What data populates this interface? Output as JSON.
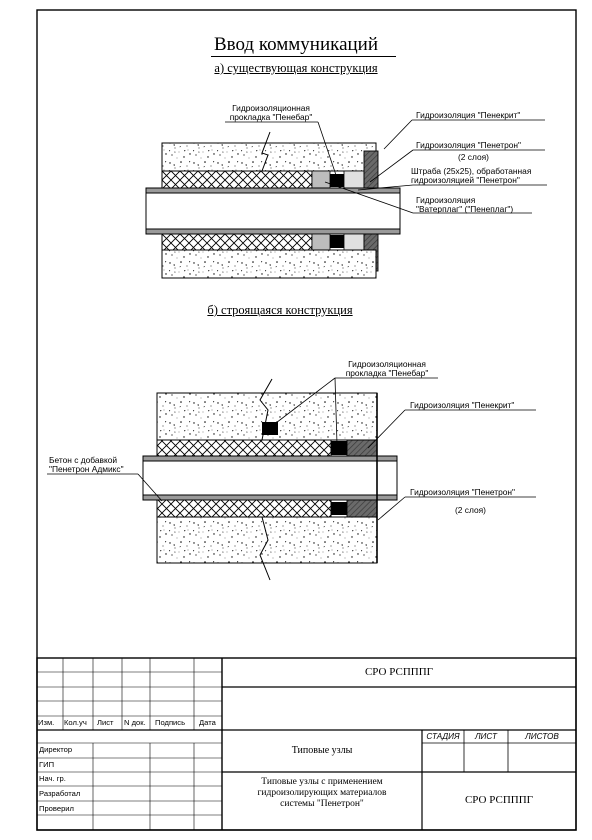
{
  "title": "Ввод коммуникаций",
  "section_a": {
    "heading": "а) существующая конструкция",
    "labels": {
      "penebar_1": "Гидроизоляционная",
      "penebar_2": "прокладка \"Пенебар\"",
      "penecrit": "Гидроизоляция \"Пенекрит\"",
      "penetron_1": "Гидроизоляция \"Пенетрон\"",
      "penetron_2": "(2 слоя)",
      "shtraba_1": "Штраба (25х25), обработанная",
      "shtraba_2": "гидроизоляцией \"Пенетрон\"",
      "waterplug_1": "Гидроизоляция",
      "waterplug_2": "\"Ватерплаг\" (\"Пенеплаг\")"
    }
  },
  "section_b": {
    "heading": "б) строящаяся конструкция",
    "labels": {
      "penebar_1": "Гидроизоляционная",
      "penebar_2": "прокладка \"Пенебар\"",
      "penecrit": "Гидроизоляция \"Пенекрит\"",
      "concrete_1": "Бетон с добавкой",
      "concrete_2": "\"Пенетрон Адмикс\"",
      "penetron_1": "Гидроизоляция \"Пенетрон\"",
      "penetron_2": "(2 слоя)"
    }
  },
  "title_block": {
    "org_top": "СРО РСПППГ",
    "columns": [
      "Изм.",
      "Кол.уч",
      "Лист",
      "N док.",
      "Подпись",
      "Дата"
    ],
    "roles": [
      "Директор",
      "ГИП",
      "Нач. гр.",
      "Разработал",
      "Проверил"
    ],
    "project_name": "Типовые узлы",
    "stage_headers": [
      "СТАДИЯ",
      "ЛИСТ",
      "ЛИСТОВ"
    ],
    "sheet_title_1": "Типовые узлы с применением",
    "sheet_title_2": "гидроизолирующих материалов",
    "sheet_title_3": "системы \"Пенетрон\"",
    "org_bottom": "СРО РСПППГ"
  }
}
